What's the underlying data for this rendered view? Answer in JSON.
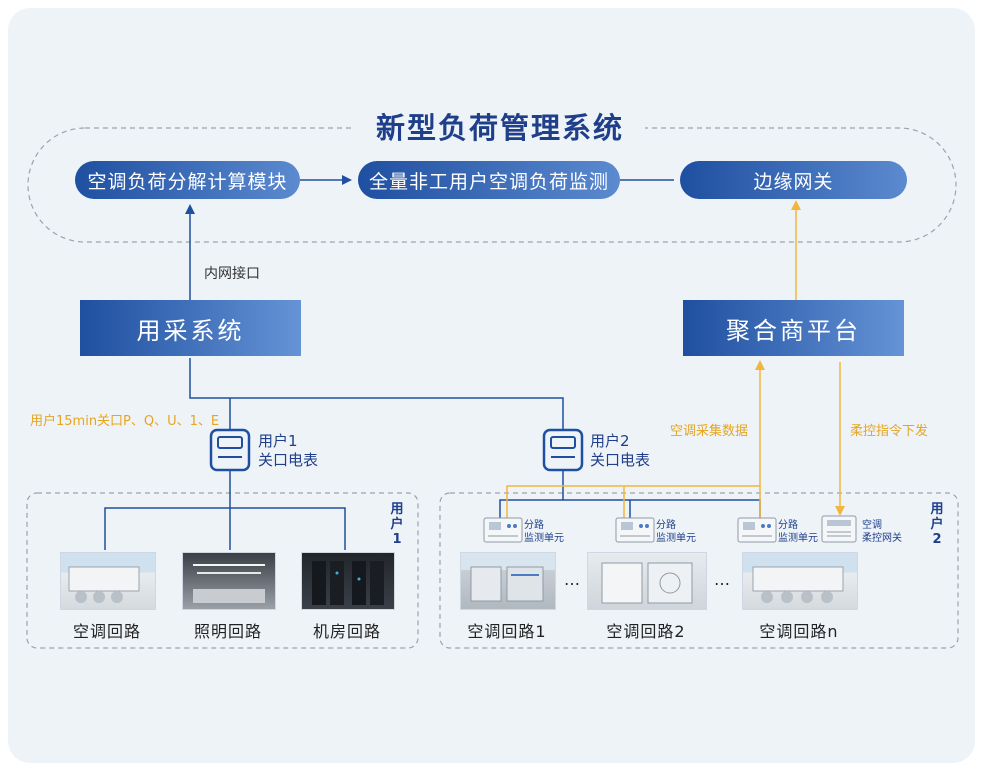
{
  "title": "新型负荷管理系统",
  "modules": {
    "calc": "空调负荷分解计算模块",
    "monitor": "全量非工用户空调负荷监测",
    "gateway": "边缘网关"
  },
  "systems": {
    "collection": "用采系统",
    "aggregator": "聚合商平台"
  },
  "labels": {
    "intranet": "内网接口",
    "user_data": "用户15min关口P、Q、U、1、E",
    "ac_collect": "空调采集数据",
    "flex_cmd": "柔控指令下发"
  },
  "meters": {
    "user1_line1": "用户1",
    "user1_line2": "关口电表",
    "user2_line1": "用户2",
    "user2_line2": "关口电表"
  },
  "groups": {
    "user1": [
      "用",
      "户",
      "1"
    ],
    "user2": [
      "用",
      "户",
      "2"
    ]
  },
  "user1_circuits": [
    "空调回路",
    "照明回路",
    "机房回路"
  ],
  "user2_circuits": [
    "空调回路1",
    "空调回路2",
    "空调回路n"
  ],
  "ellipsis": "…",
  "devices": {
    "branch_line1": "分路",
    "branch_line2": "监测单元",
    "flex_line1": "空调",
    "flex_line2": "柔控网关"
  },
  "colors": {
    "primary": "#1f4fa0",
    "accent_yellow": "#f2b63c",
    "title_blue": "#1f3f8a"
  }
}
